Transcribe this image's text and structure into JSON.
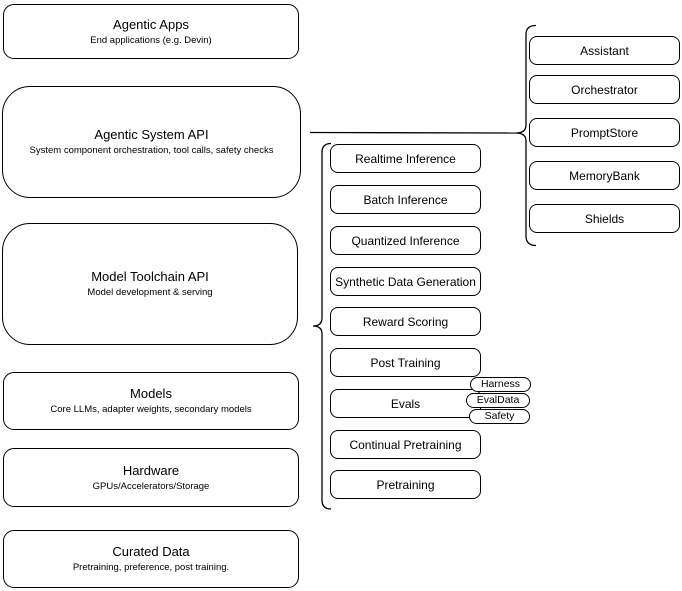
{
  "diagram": {
    "left_stack": [
      {
        "title": "Agentic Apps",
        "subtitle": "End applications (e.g. Devin)"
      },
      {
        "title": "Agentic System API",
        "subtitle": "System component orchestration, tool calls, safety checks"
      },
      {
        "title": "Model Toolchain API",
        "subtitle": "Model development & serving"
      },
      {
        "title": "Models",
        "subtitle": "Core LLMs, adapter weights, secondary models"
      },
      {
        "title": "Hardware",
        "subtitle": "GPUs/Accelerators/Storage"
      },
      {
        "title": "Curated Data",
        "subtitle": "Pretraining, preference, post training."
      }
    ],
    "toolchain_items": [
      "Realtime Inference",
      "Batch Inference",
      "Quantized Inference",
      "Synthetic Data Generation",
      "Reward Scoring",
      "Post Training",
      "Evals",
      "Continual Pretraining",
      "Pretraining"
    ],
    "evals_tags": [
      "Harness",
      "EvalData",
      "Safety"
    ],
    "system_components": [
      "Assistant",
      "Orchestrator",
      "PromptStore",
      "MemoryBank",
      "Shields"
    ],
    "colors": {
      "line": "#000000",
      "background": "#ffffff",
      "text": "#000000"
    }
  }
}
